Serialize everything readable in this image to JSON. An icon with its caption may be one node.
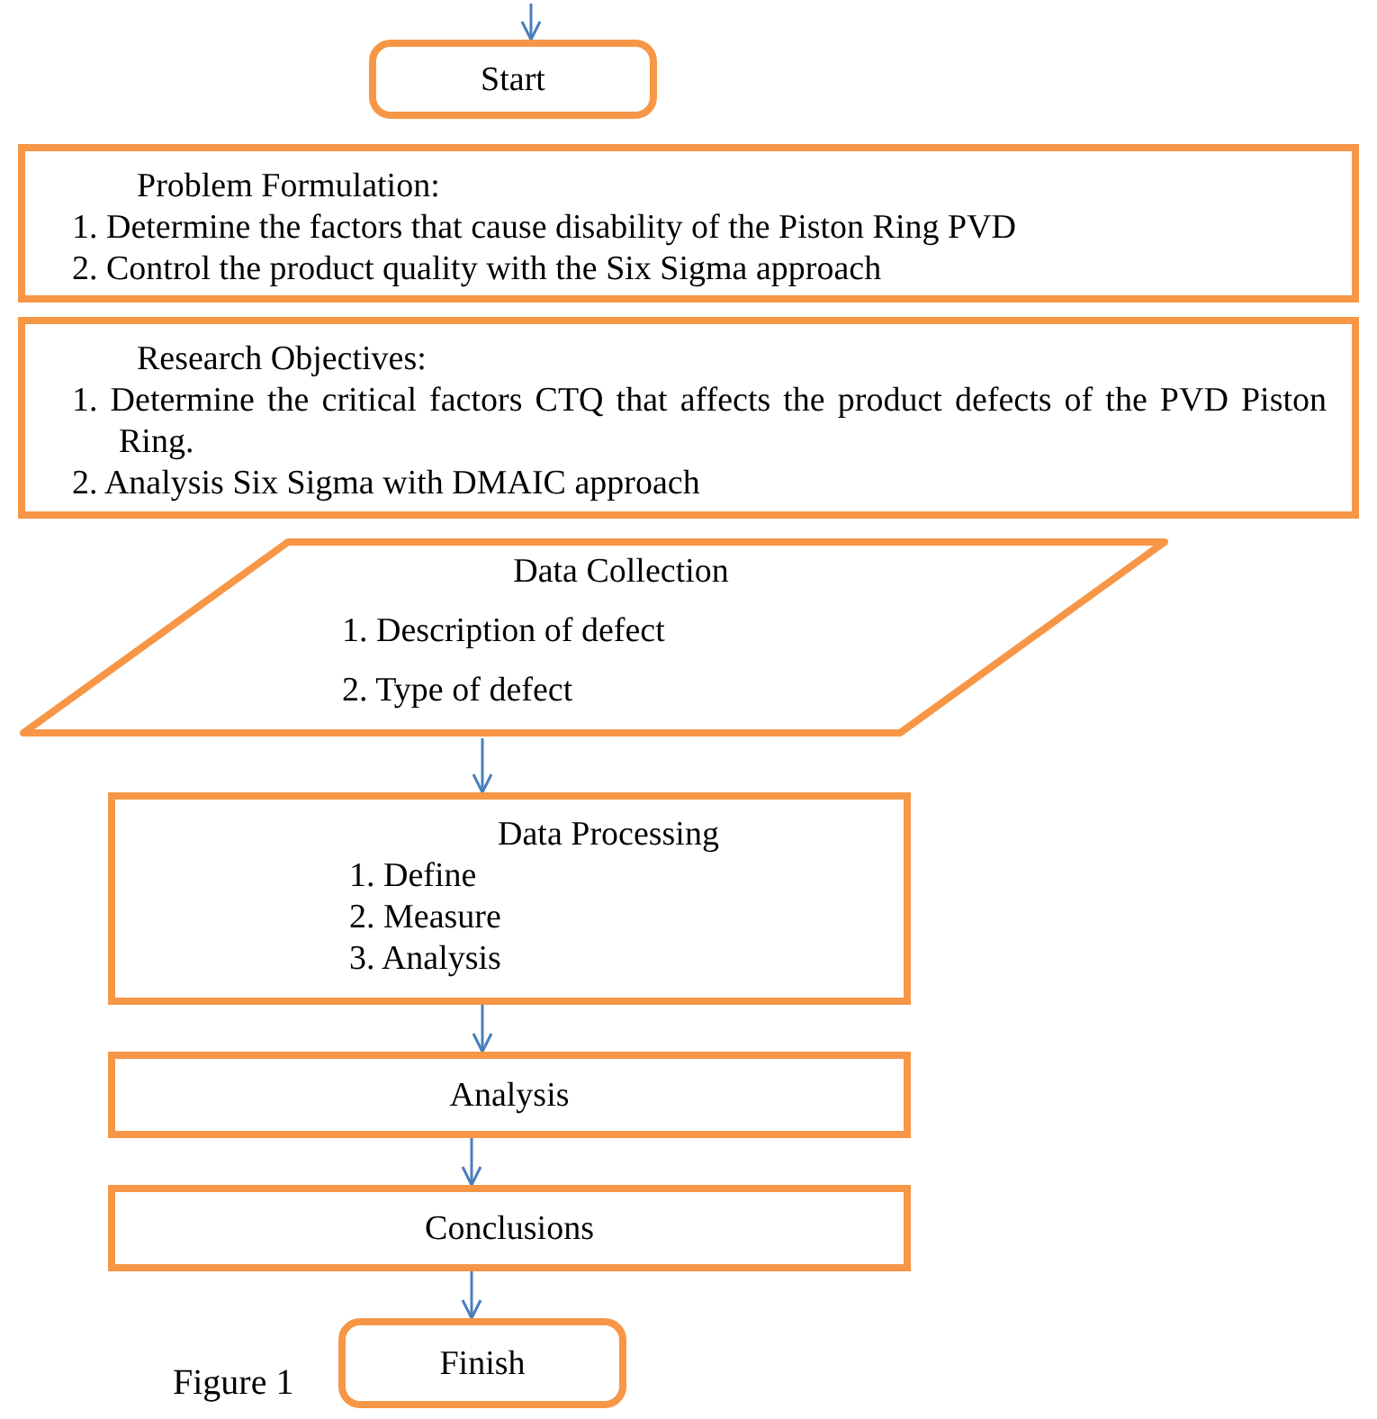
{
  "diagram": {
    "caption": "Figure 1",
    "nodes": [
      {
        "text": [
          "Start"
        ]
      },
      {
        "text": [
          "Problem Formulation:",
          "1. Determine the factors that cause disability of the Piston Ring PVD",
          "2. Control the product quality with the Six Sigma approach"
        ]
      },
      {
        "text": [
          "Research Objectives:",
          "1. Determine the critical factors CTQ that affects the product defects of the PVD Piston Ring.",
          "2. Analysis Six Sigma with DMAIC approach"
        ]
      },
      {
        "text": [
          "Data Collection",
          "1. Description of defect",
          "2. Type of defect"
        ]
      },
      {
        "text": [
          "Data Processing",
          "1. Define",
          "2. Measure",
          "3. Analysis"
        ]
      },
      {
        "text": [
          "Analysis"
        ]
      },
      {
        "text": [
          "Conclusions"
        ]
      },
      {
        "text": [
          "Finish"
        ]
      }
    ],
    "edges": [
      {
        "from": null,
        "to": 0,
        "arrow": "to"
      },
      {
        "from": 3,
        "to": 4,
        "arrow": "to"
      },
      {
        "from": 4,
        "to": 5,
        "arrow": "to"
      },
      {
        "from": 5,
        "to": 6,
        "arrow": "to"
      },
      {
        "from": 6,
        "to": 7,
        "arrow": "to"
      }
    ]
  }
}
